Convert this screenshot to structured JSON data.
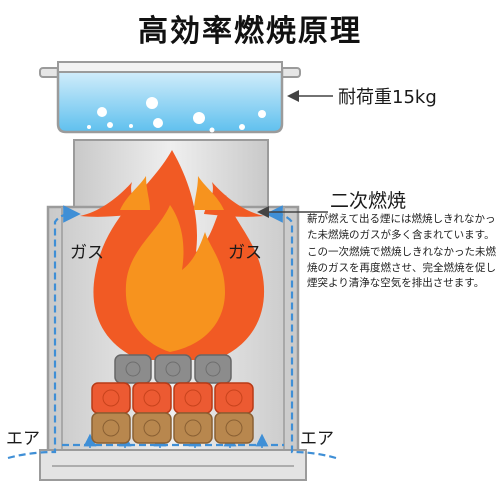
{
  "title": "高効率燃焼原理",
  "labels": {
    "load": "耐荷重15kg",
    "secondary_combustion": "二次燃焼",
    "gas_left": "ガス",
    "gas_right": "ガス",
    "air_left": "エア",
    "air_right": "エア"
  },
  "description": {
    "paragraph1": "薪が燃えて出る煙には燃焼しきれなかった未燃焼のガスが多く含まれています。",
    "paragraph2": "この一次燃焼で燃焼しきれなかった未燃焼のガスを再度燃させ、完全燃焼を促し煙突より清浄な空気を排出させます。"
  },
  "colors": {
    "flame_outer": "#f15a24",
    "flame_inner": "#f7931e",
    "water": "#9fd8f3",
    "stove": "#d9d9d9",
    "stove_outline": "#9b9b9b",
    "airflow": "#3f8fd6",
    "log_top": "#8c8c8c",
    "log_mid": "#ec5a32",
    "log_bottom": "#b8874e"
  },
  "icons": {
    "pot": "pot-icon",
    "bubbles": "bubble-icon",
    "flame": "flame-icon",
    "logs": "log-icon",
    "arrows": "arrow-icon"
  }
}
